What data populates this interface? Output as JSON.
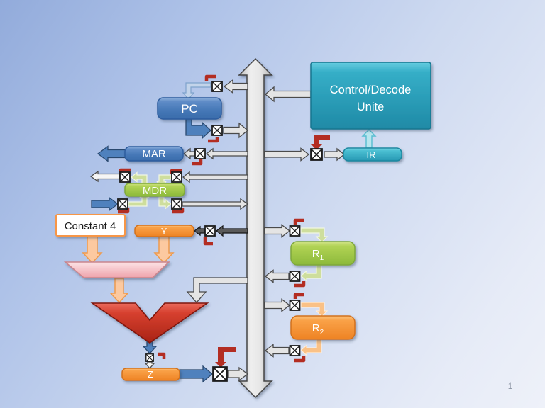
{
  "slide": {
    "page_number": "1"
  },
  "diagram": {
    "control_unit": {
      "line1": "Control/Decode",
      "line2": "Unite",
      "color": "#2aa0bc"
    },
    "registers": {
      "pc": {
        "label": "PC",
        "color": "#4f81bd"
      },
      "mar": {
        "label": "MAR",
        "color": "#4f81bd"
      },
      "mdr": {
        "label": "MDR",
        "color": "#9bbb59"
      },
      "y": {
        "label": "Y",
        "color": "#f79646"
      },
      "z": {
        "label": "Z",
        "color": "#f79646"
      },
      "ir": {
        "label": "IR",
        "color": "#3cb8cc"
      },
      "r1": {
        "label": "R",
        "subscript": "1",
        "color": "#9cc83d"
      },
      "r2": {
        "label": "R",
        "subscript": "2",
        "color": "#f79646"
      }
    },
    "constant_input": {
      "label": "Constant 4",
      "border_color": "#f79646"
    },
    "mux_color": "#f3aab1",
    "alu_color": "#d6402f",
    "bus_color": "#e6e6e6",
    "control_signal_color": "#b32d22"
  }
}
